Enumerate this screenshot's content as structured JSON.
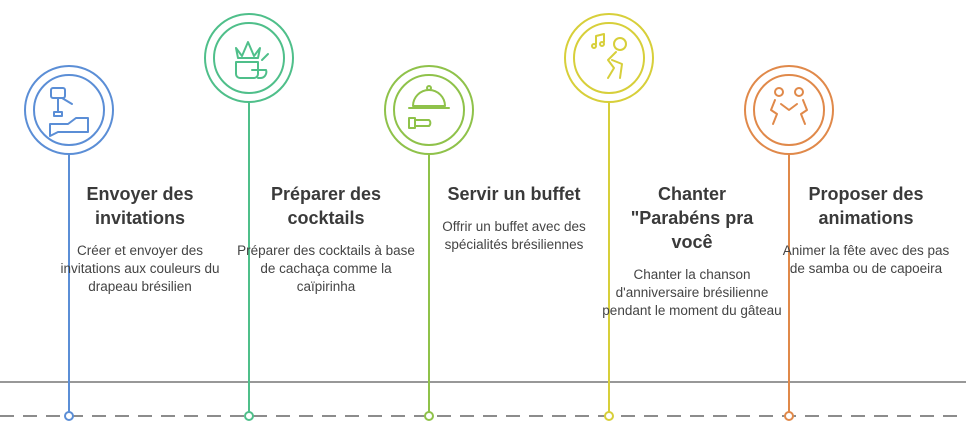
{
  "colors": {
    "step1": "#5b8ed6",
    "step2": "#4fbf8a",
    "step3": "#8fc24a",
    "step4": "#d7cf3a",
    "step5": "#e0894a",
    "baseline": "#777777",
    "dashes": "#666666"
  },
  "steps": [
    {
      "title": "Envoyer des invitations",
      "desc": "Créer et envoyer des invitations aux couleurs du drapeau brésilien",
      "icon": "hand-pen-icon"
    },
    {
      "title": "Préparer des cocktails",
      "desc": "Préparer des cocktails à base de cachaça comme la caïpirinha",
      "icon": "cocktail-mortar-icon"
    },
    {
      "title": "Servir un buffet",
      "desc": "Offrir un buffet avec des spécialités brésiliennes",
      "icon": "cloche-tray-icon"
    },
    {
      "title": "Chanter \"Parabéns pra você",
      "desc": "Chanter la chanson d'anniversaire brésilienne pendant le moment du gâteau",
      "icon": "singer-music-icon"
    },
    {
      "title": "Proposer des animations",
      "desc": "Animer la fête avec des pas de samba ou de capoeira",
      "icon": "dancers-icon"
    }
  ]
}
